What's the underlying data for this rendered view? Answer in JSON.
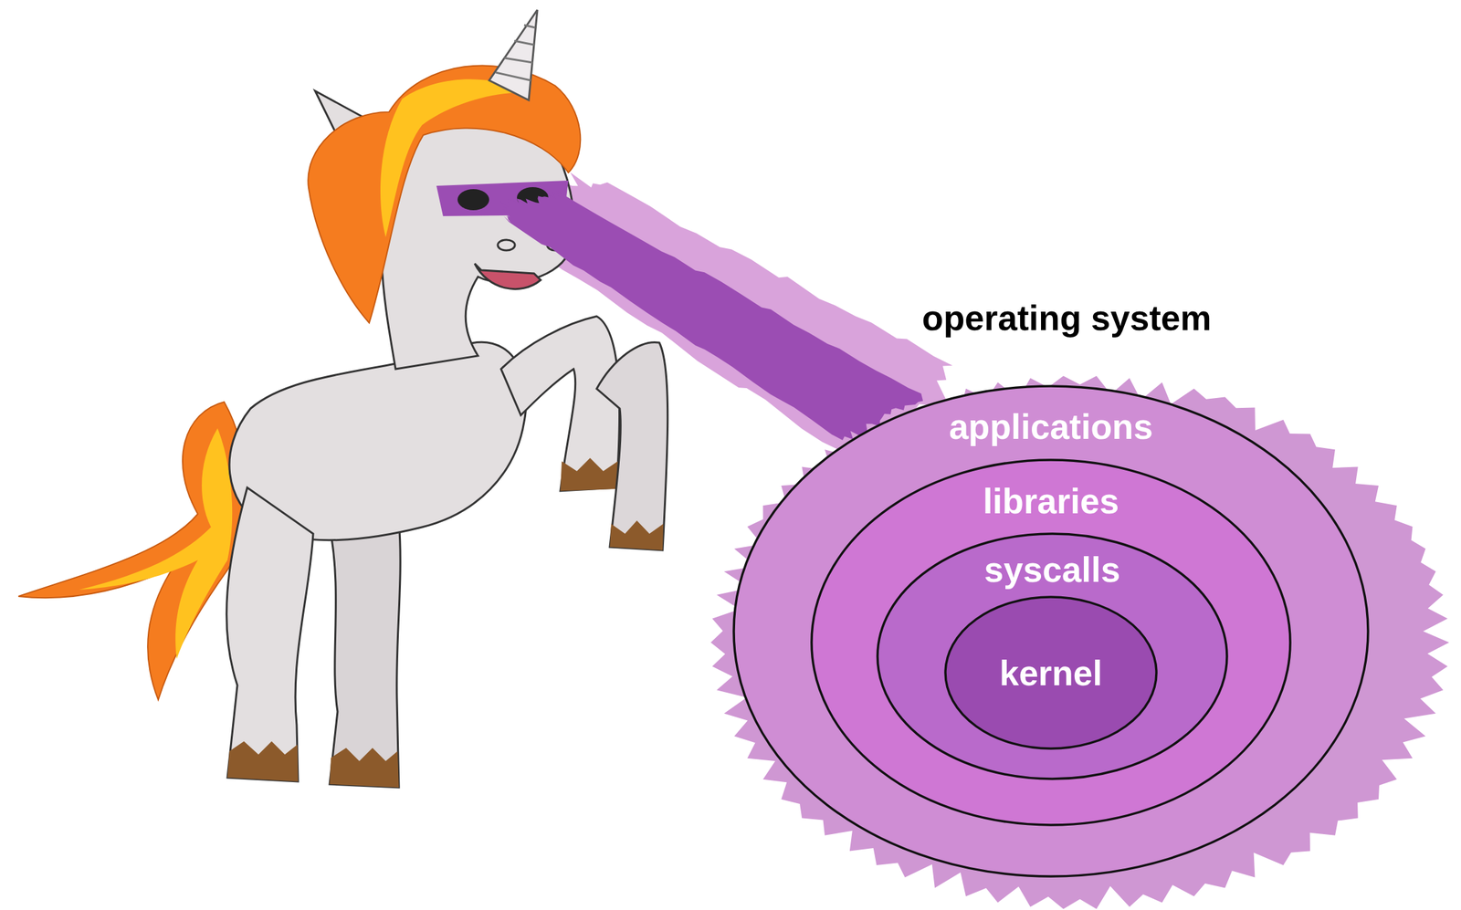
{
  "diagram": {
    "title": "operating system",
    "nodes": [
      {
        "text": [
          "applications"
        ]
      },
      {
        "text": [
          "libraries"
        ],
        "in": 0
      },
      {
        "text": [
          "syscalls"
        ],
        "in": 1
      },
      {
        "text": [
          "kernel"
        ],
        "in": 2
      }
    ]
  }
}
